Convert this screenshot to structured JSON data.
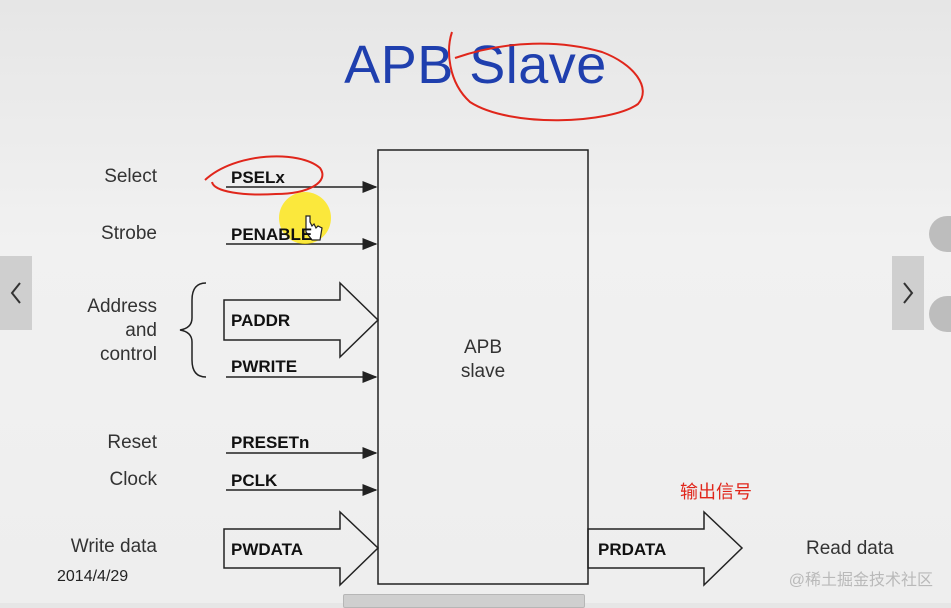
{
  "slide": {
    "title": "APB Slave",
    "block_label_line1": "APB",
    "block_label_line2": "slave",
    "date": "2014/4/29",
    "annotation": "输出信号",
    "watermark": "@稀土掘金技术社区"
  },
  "left_labels": {
    "select": "Select",
    "strobe": "Strobe",
    "address_line1": "Address",
    "address_line2": "and",
    "address_line3": "control",
    "reset": "Reset",
    "clock": "Clock",
    "write_data": "Write data"
  },
  "signals": {
    "psel": "PSELx",
    "penable": "PENABLE",
    "paddr": "PADDR",
    "pwrite": "PWRITE",
    "preset": "PRESETn",
    "pclk": "PCLK",
    "pwdata": "PWDATA",
    "prdata": "PRDATA"
  },
  "right_labels": {
    "read_data": "Read data"
  },
  "navigation": {
    "prev_icon": "chevron-left-icon",
    "next_icon": "chevron-right-icon"
  },
  "colors": {
    "title": "#1f3fae",
    "annotation": "#e0261b",
    "highlight": "#ffe600"
  }
}
